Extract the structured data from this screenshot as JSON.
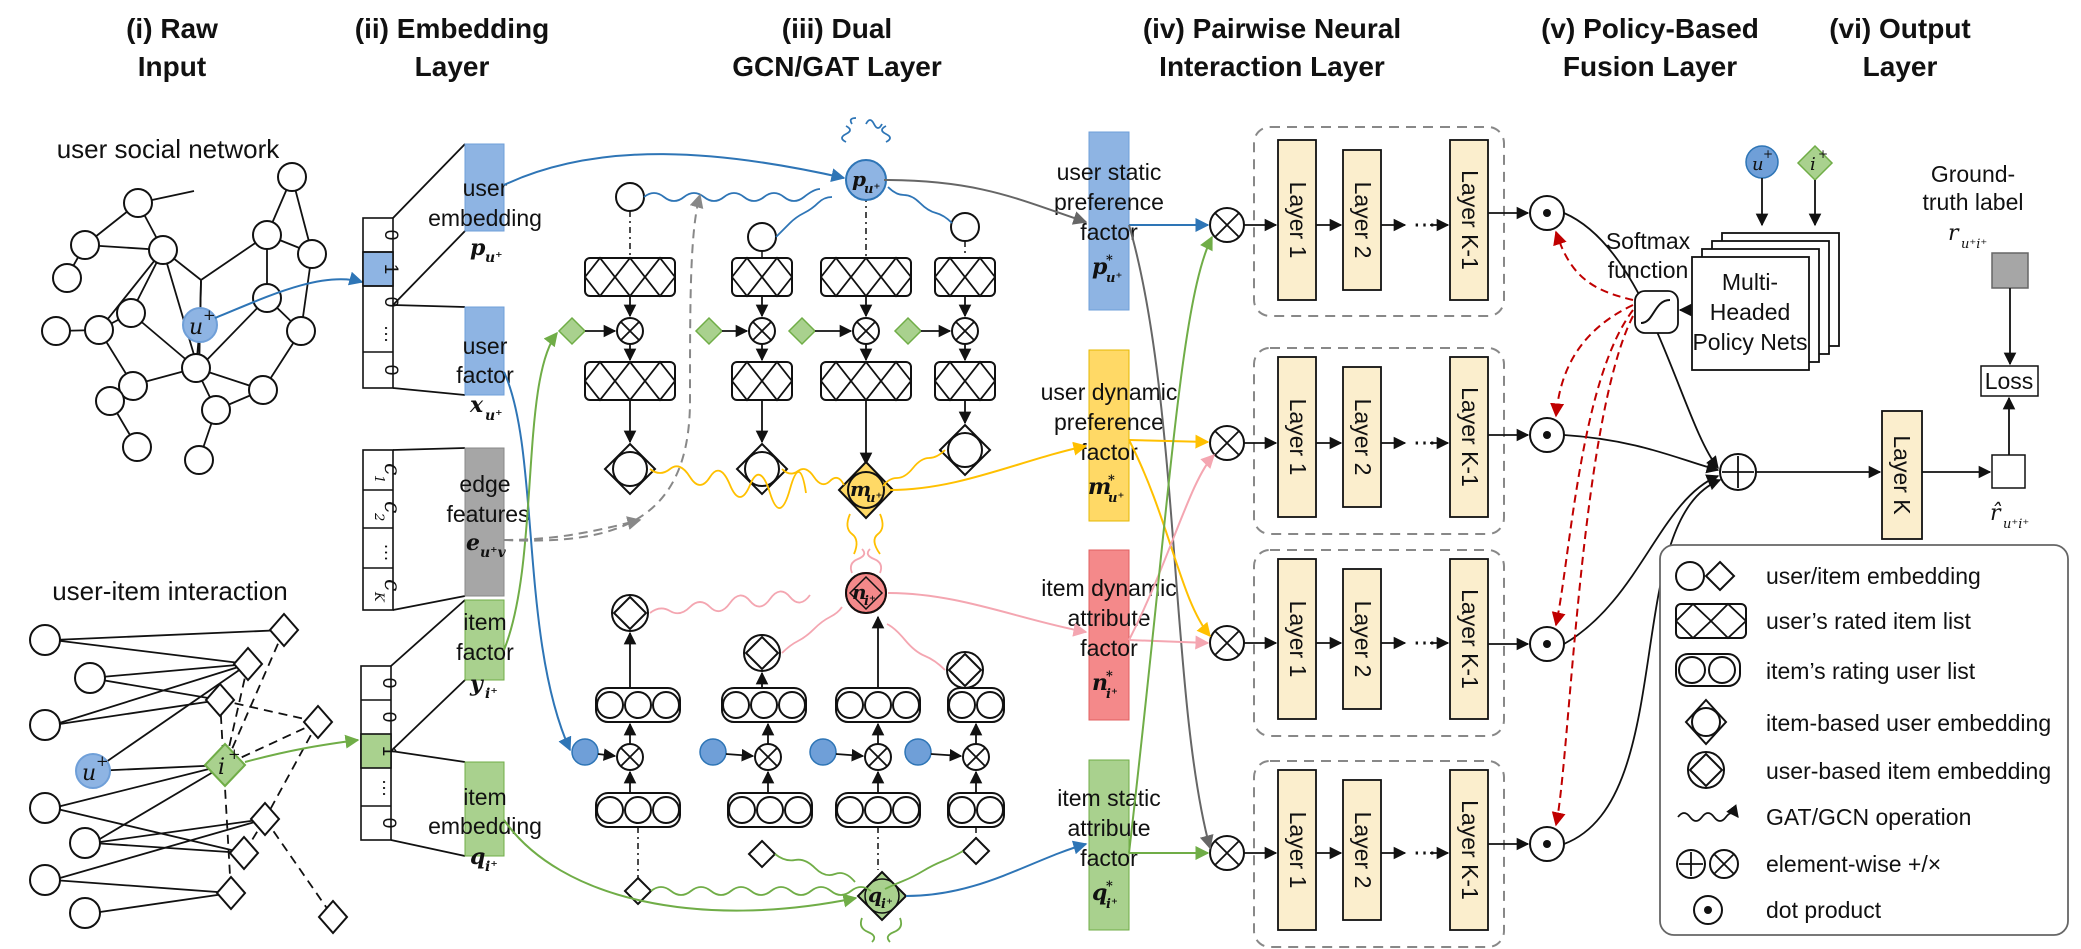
{
  "headers": {
    "raw_input": [
      "(i) Raw",
      "Input"
    ],
    "embedding": [
      "(ii) Embedding",
      "Layer"
    ],
    "dual_gcn": [
      "(iii) Dual",
      "GCN/GAT Layer"
    ],
    "pairwise": [
      "(iv) Pairwise Neural",
      "Interaction Layer"
    ],
    "policy": [
      "(v) Policy-Based",
      "Fusion Layer"
    ],
    "output": [
      "(vi) Output",
      "Layer"
    ]
  },
  "raw_input": {
    "social_title": "user social network",
    "interaction_title": "user-item interaction",
    "user_node": "u",
    "item_node": "i",
    "plus": "+"
  },
  "embedding": {
    "one_hot_user": [
      "0",
      "1",
      "0",
      "…",
      "0"
    ],
    "one_hot_item": [
      "0",
      "0",
      "1",
      "…",
      "0"
    ],
    "edge_vec": [
      "c",
      "c",
      "…",
      "c"
    ],
    "edge_vec_sub": [
      "1",
      "2",
      "",
      "K"
    ],
    "user_embedding": [
      "user",
      "embedding"
    ],
    "user_embedding_sym": "p",
    "user_factor": [
      "user",
      "factor"
    ],
    "user_factor_sym": "x",
    "edge_features": [
      "edge",
      "features"
    ],
    "edge_features_sym": "e",
    "item_factor": [
      "item",
      "factor"
    ],
    "item_factor_sym": "y",
    "item_embedding": [
      "item",
      "embedding"
    ],
    "item_embedding_sym": "q"
  },
  "gcn": {
    "p_sym": "p",
    "m_sym": "m",
    "n_sym": "n",
    "q_sym": "q"
  },
  "factors": {
    "user_static": [
      "user static",
      "preference",
      "factor"
    ],
    "user_dynamic": [
      "user dynamic",
      "preference",
      "factor"
    ],
    "item_dynamic": [
      "item dynamic",
      "attribute",
      "factor"
    ],
    "item_static": [
      "item static",
      "attribute",
      "factor"
    ]
  },
  "mlp": {
    "layer1": "Layer 1",
    "layer2": "Layer 2",
    "layerk1": "Layer K-1",
    "dots": "⋯"
  },
  "policy": {
    "softmax": [
      "Softmax",
      "function"
    ],
    "policy_nets": [
      "Multi-",
      "Headed",
      "Policy Nets"
    ]
  },
  "output": {
    "ground_truth": [
      "Ground-",
      "truth label"
    ],
    "r_sym": "r",
    "loss": "Loss",
    "layerk": "Layer K",
    "rhat_sym": "r̂"
  },
  "legend": {
    "items": [
      "user/item embedding",
      "user’s rated item list",
      "item’s rating user list",
      "item-based user embedding",
      "user-based item embedding",
      "GAT/GCN operation",
      "element-wise +/×",
      "dot product"
    ]
  },
  "colors": {
    "blue": "#8eb4e3",
    "blue_node": "#6f9fd8",
    "yellow": "#ffd966",
    "red": "#f4898a",
    "green": "#a9d18e",
    "gray": "#a6a6a6",
    "layer_fill": "#fbeecd",
    "arrow_blue": "#2e75b6",
    "arrow_yellow": "#ffc000",
    "arrow_pink": "#f4a6b1",
    "arrow_green": "#70ad47",
    "arrow_red": "#c00000"
  }
}
